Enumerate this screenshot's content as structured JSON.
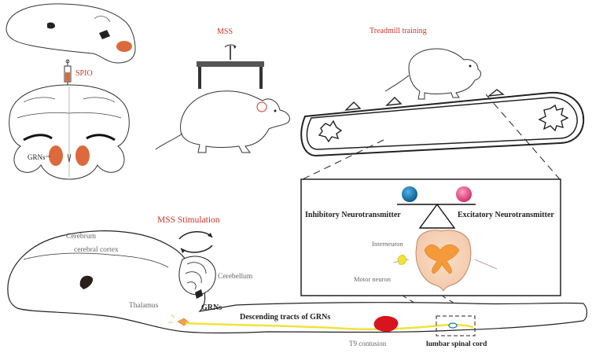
{
  "labels": {
    "spio": "SPIO",
    "grns_top": "GRNs",
    "mss_top": "MSS",
    "treadmill": "Treadmill training",
    "inhibitory": "Inhibitory  Neurotransmitter",
    "excitatory": "Excitatory Neurotransmitter",
    "interneuron": "Interneuron",
    "motor_neuron": "Motor neuron",
    "mss_stim": "MSS  Stimulation",
    "cerebrum": "Cerebrum",
    "cortex": "cerebral cortex",
    "cerebellum": "Cerebellum",
    "thalamus": "Thalamus",
    "grns_bottom": "GRNs",
    "tracts": "Descending tracts of GRNs",
    "t9": "T9 contusion",
    "lumbar": "lumbar spinal cord"
  },
  "colors": {
    "accent_red": "#d0342c",
    "spio_orange": "#dc6a3c",
    "inhibitory_blue": "#1a6fa8",
    "excitatory_pink": "#e0457b",
    "tract_yellow": "#f2e23a",
    "contusion_red": "#d8141e"
  }
}
